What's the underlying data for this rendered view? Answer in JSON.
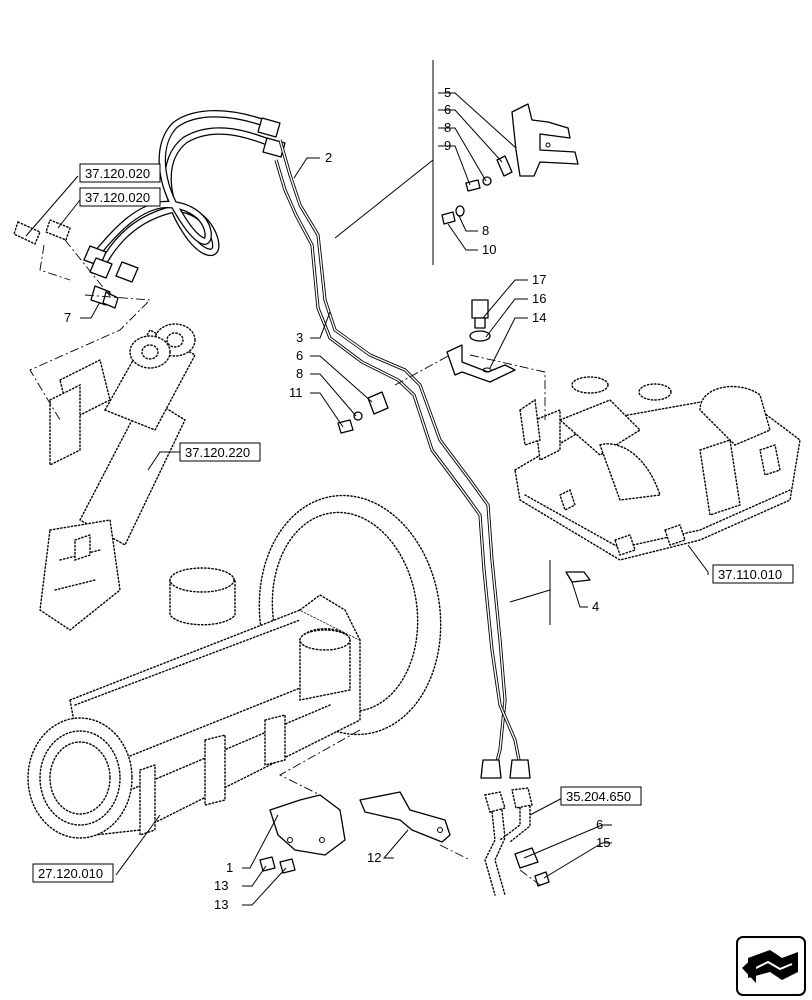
{
  "callouts": [
    "1",
    "2",
    "3",
    "4",
    "5",
    "6",
    "7",
    "8",
    "9",
    "10",
    "11",
    "12",
    "13",
    "14",
    "15",
    "16",
    "17"
  ],
  "refs": {
    "r1": "37.120.020",
    "r2": "37.120.020",
    "r3": "37.120.220",
    "r4": "37.110.010",
    "r5": "35.204.650",
    "r6": "27.120.010"
  },
  "icons": {
    "nav": "arrow-navigation-icon"
  }
}
